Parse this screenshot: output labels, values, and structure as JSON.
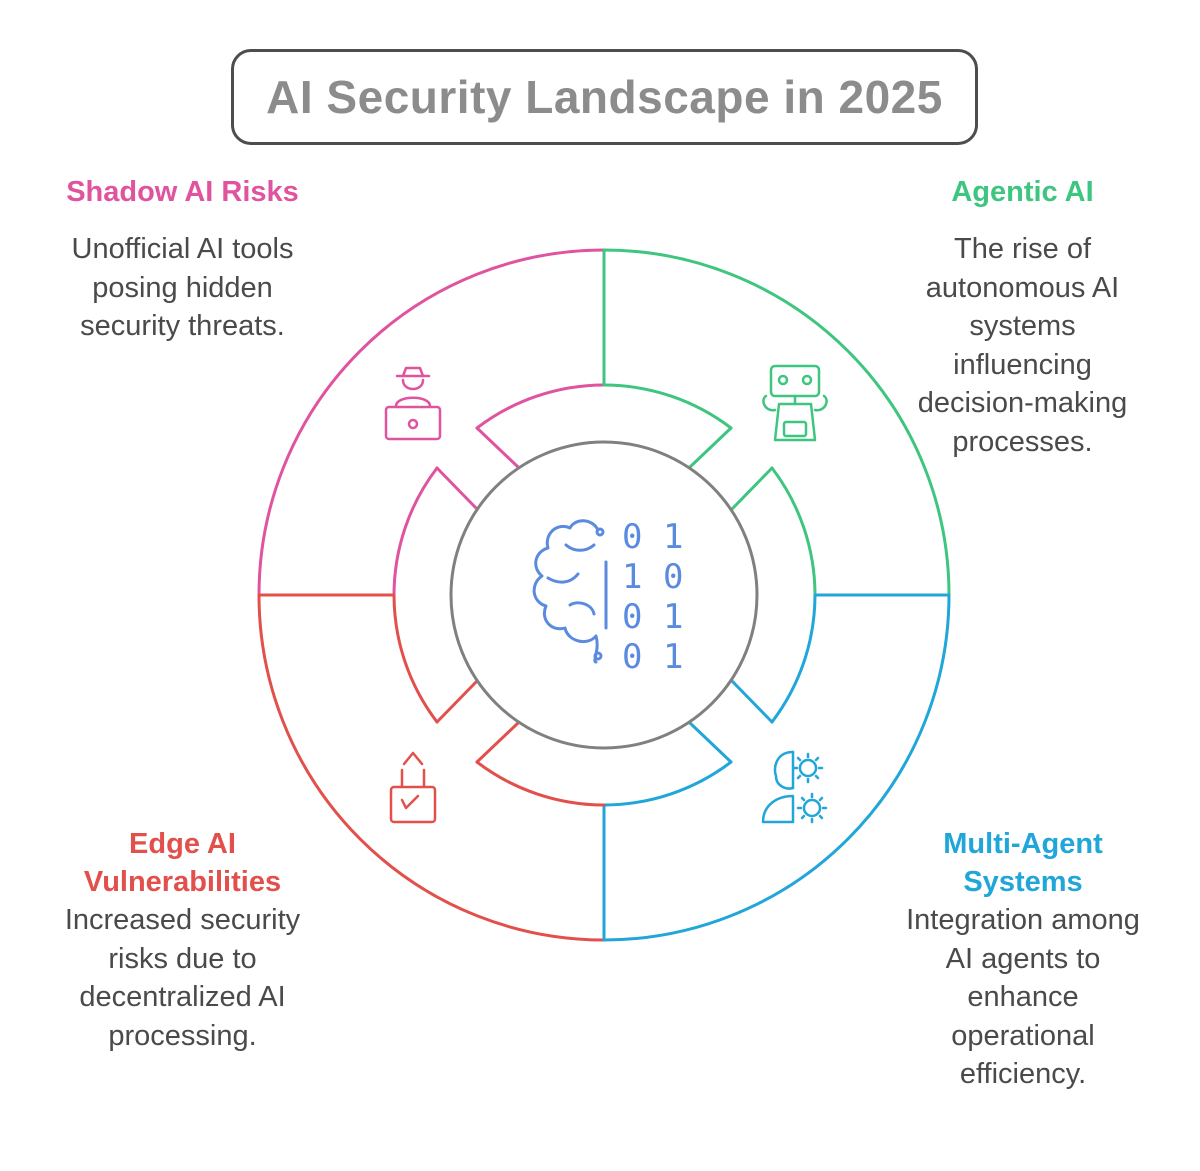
{
  "title": "AI Security Landscape in 2025",
  "colors": {
    "shadow": "#e0539e",
    "agentic": "#3ec57f",
    "multi": "#20a6d8",
    "edge": "#e2504c",
    "center": "#808080",
    "center_icon": "#5b8bde"
  },
  "sections": {
    "shadow": {
      "heading": "Shadow AI Risks",
      "lines": [
        "Unofficial AI tools",
        "posing hidden",
        "security threats."
      ],
      "icon": "hacker-laptop-icon"
    },
    "agentic": {
      "heading": "Agentic AI",
      "lines": [
        "The rise of",
        "autonomous AI",
        "systems",
        "influencing",
        "decision-making",
        "processes."
      ],
      "icon": "robot-icon"
    },
    "multi": {
      "heading_lines": [
        "Multi-Agent",
        "Systems"
      ],
      "lines": [
        "Integration among",
        "AI agents to",
        "enhance",
        "operational",
        "efficiency."
      ],
      "icon": "gears-head-icon"
    },
    "edge": {
      "heading_lines": [
        "Edge AI",
        "Vulnerabilities"
      ],
      "lines": [
        "Increased security",
        "risks due to",
        "decentralized AI",
        "processing."
      ],
      "icon": "unlocked-lock-icon"
    }
  },
  "center": {
    "icon": "brain-binary-icon",
    "binary_rows": [
      "0 1",
      "1 0",
      "0 1",
      "0 1"
    ]
  }
}
